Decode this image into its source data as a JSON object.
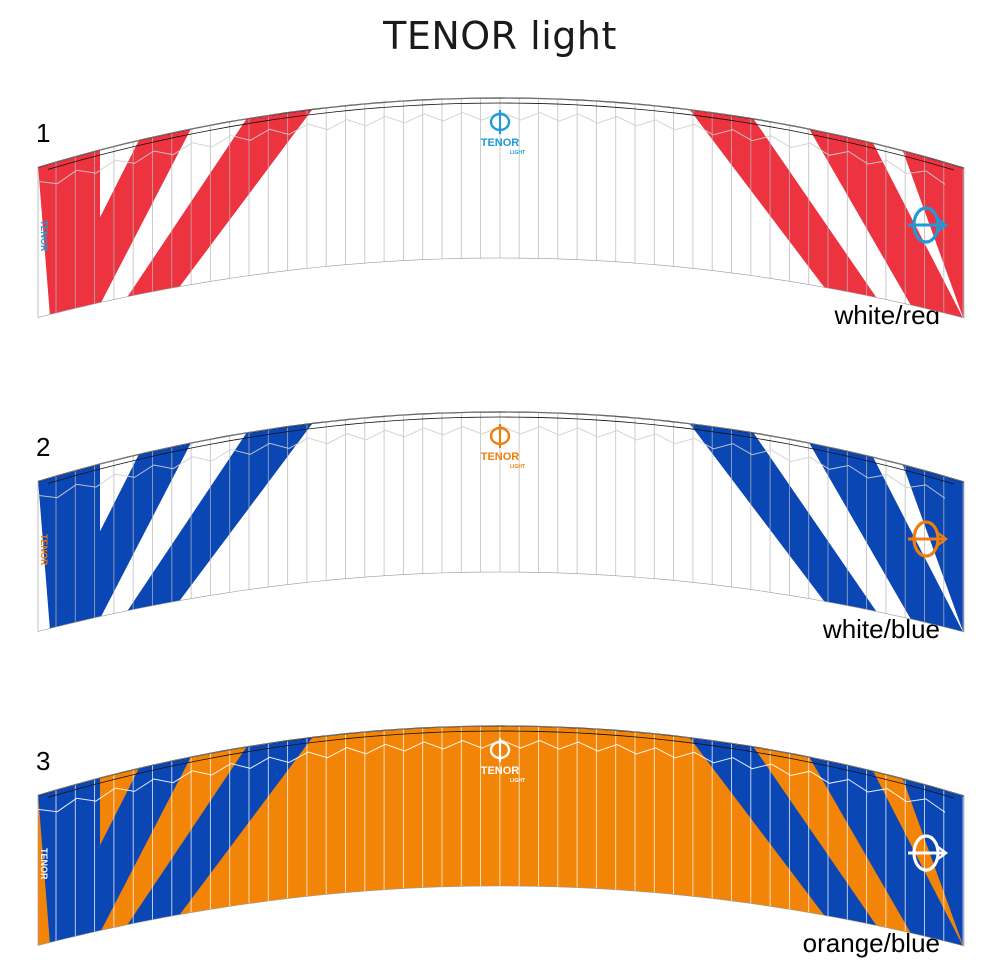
{
  "title": "TENOR light",
  "variants": [
    {
      "number": "1",
      "caption": "white/red",
      "canopy_color": "#ffffff",
      "stripe_color": "#ee3340",
      "logo_color": "#1e9ad6",
      "rib_color": "#b8b8b8"
    },
    {
      "number": "2",
      "caption": "white/blue",
      "canopy_color": "#ffffff",
      "stripe_color": "#0a46b4",
      "logo_color": "#ef7d0f",
      "rib_color": "#b8b8b8"
    },
    {
      "number": "3",
      "caption": "orange/blue",
      "canopy_color": "#f28508",
      "stripe_color": "#0a46b4",
      "logo_color": "#ffffff",
      "rib_color": "#ffffff"
    }
  ],
  "logo": {
    "word": "TENOR",
    "sub": "LIGHT"
  },
  "icons": [
    "tenor-logo-icon",
    "wingtip-logo-icon"
  ]
}
